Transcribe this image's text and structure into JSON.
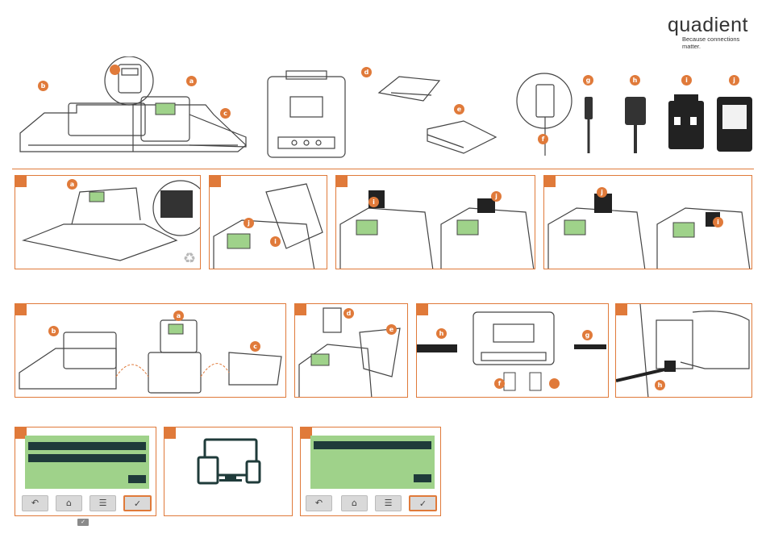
{
  "brand": {
    "name": "quadient",
    "tagline": "Because connections matter."
  },
  "labels": {
    "a": "a",
    "b": "b",
    "c": "c",
    "d": "d",
    "e": "e",
    "f": "f",
    "g": "g",
    "h": "h",
    "i": "i",
    "j": "j"
  },
  "colors": {
    "accent": "#e07a3a",
    "screen": "#9fd28a",
    "screen_bar": "#1f3b3a"
  },
  "icons": {
    "recycle": "recycle-icon",
    "back": "back-arrow-icon",
    "home": "home-icon",
    "menu": "list-menu-icon",
    "ok": "checkmark-icon",
    "devices": "devices-icon"
  },
  "glyphs": {
    "back": "↶",
    "home": "⌂",
    "menu": "☰",
    "ok": "✓",
    "recycle": "♻"
  }
}
